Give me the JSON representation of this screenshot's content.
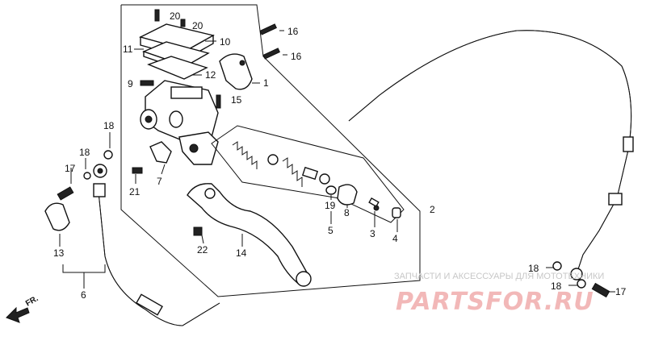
{
  "callouts": {
    "c1": "1",
    "c2": "2",
    "c3": "3",
    "c4": "4",
    "c5": "5",
    "c6": "6",
    "c7": "7",
    "c8": "8",
    "c9": "9",
    "c10": "10",
    "c11": "11",
    "c12": "12",
    "c13": "13",
    "c14": "14",
    "c15": "15",
    "c16a": "16",
    "c16b": "16",
    "c17a": "17",
    "c17b": "17",
    "c18a": "18",
    "c18b": "18",
    "c18c": "18",
    "c18d": "18",
    "c19": "19",
    "c20a": "20",
    "c20b": "20",
    "c21": "21",
    "c22": "22"
  },
  "direction_label": "FR.",
  "watermark": {
    "caption": "ЗАПЧАСТИ И АКСЕССУАРЫ ДЛЯ МОТОТЕХНИКИ",
    "brand": "PARTSFOR.RU",
    "brand_color": "#f2b8b8"
  }
}
